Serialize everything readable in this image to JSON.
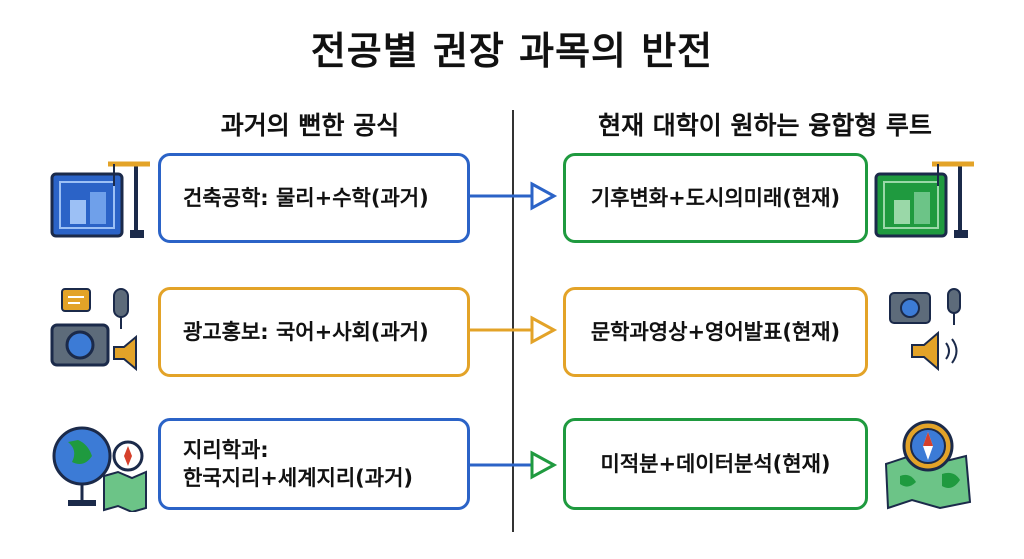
{
  "title": "전공별 권장 과목의 반전",
  "columns": {
    "left": "과거의 뻔한 공식",
    "right": "현재 대학이 원하는 융합형 루트"
  },
  "rows": [
    {
      "past": [
        "건축공학: 물리+수학(과거)"
      ],
      "present": "기후변화+도시의미래(현재)",
      "color": "#2b63c7",
      "present_color": "#1f9a3f",
      "icons": [
        "blueprint-crane-icon",
        "green-blueprint-crane-icon"
      ]
    },
    {
      "past": [
        "광고홍보: 국어+사회(과거)"
      ],
      "present": "문학과영상+영어발표(현재)",
      "color": "#e3a328",
      "present_color": "#e3a328",
      "icons": [
        "media-camera-mic-speaker-icon",
        "camera-mic-speaker-icon"
      ]
    },
    {
      "past": [
        "지리학과:",
        "한국지리+세계지리(과거)"
      ],
      "present": "미적분+데이터분석(현재)",
      "color": "#2b63c7",
      "present_color": "#1f9a3f",
      "icons": [
        "globe-compass-map-icon",
        "compass-map-icon"
      ]
    }
  ]
}
